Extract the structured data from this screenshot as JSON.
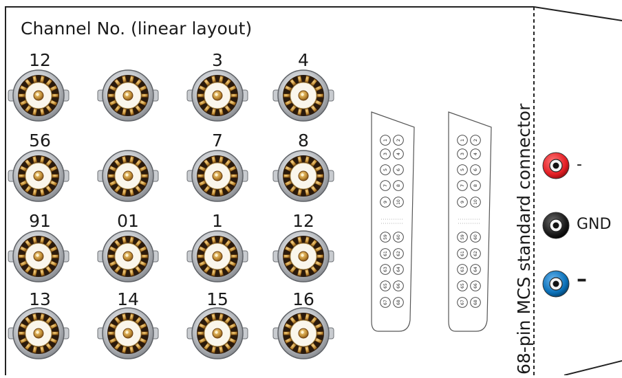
{
  "panel": {
    "title": "Channel No. (linear layout)",
    "connector_label": "68-pin MCS standard connector"
  },
  "channels": [
    {
      "label": "12"
    },
    {
      "label": ""
    },
    {
      "label": "3"
    },
    {
      "label": "4"
    },
    {
      "label": "56"
    },
    {
      "label": ""
    },
    {
      "label": "7"
    },
    {
      "label": "8"
    },
    {
      "label": "91"
    },
    {
      "label": "01"
    },
    {
      "label": "1"
    },
    {
      "label": "12"
    },
    {
      "label": "13"
    },
    {
      "label": "14"
    },
    {
      "label": "15"
    },
    {
      "label": "16"
    }
  ],
  "connectors": [
    {
      "top_pins": [
        "1",
        "2",
        "3",
        "4",
        "5",
        "6",
        "7",
        "8",
        "9",
        "10"
      ],
      "bottom_pins": [
        "59",
        "60",
        "61",
        "62",
        "63",
        "64",
        "65",
        "66",
        "67",
        "68"
      ]
    },
    {
      "top_pins": [
        "1",
        "2",
        "3",
        "4",
        "5",
        "6",
        "7",
        "8",
        "9",
        "10"
      ],
      "bottom_pins": [
        "59",
        "60",
        "61",
        "62",
        "63",
        "64",
        "65",
        "66",
        "67",
        "68"
      ]
    }
  ],
  "terminals": [
    {
      "label": "-",
      "color": "#e31e24",
      "icon": "red-terminal-icon"
    },
    {
      "label": "GND",
      "color": "#1a1a1a",
      "icon": "black-terminal-icon"
    },
    {
      "label": "–",
      "color": "#0a70b8",
      "icon": "blue-terminal-icon"
    }
  ],
  "colors": {
    "gold": "#c8963c",
    "gold_dark": "#7a4a14",
    "metal": "#c9ccd0"
  }
}
